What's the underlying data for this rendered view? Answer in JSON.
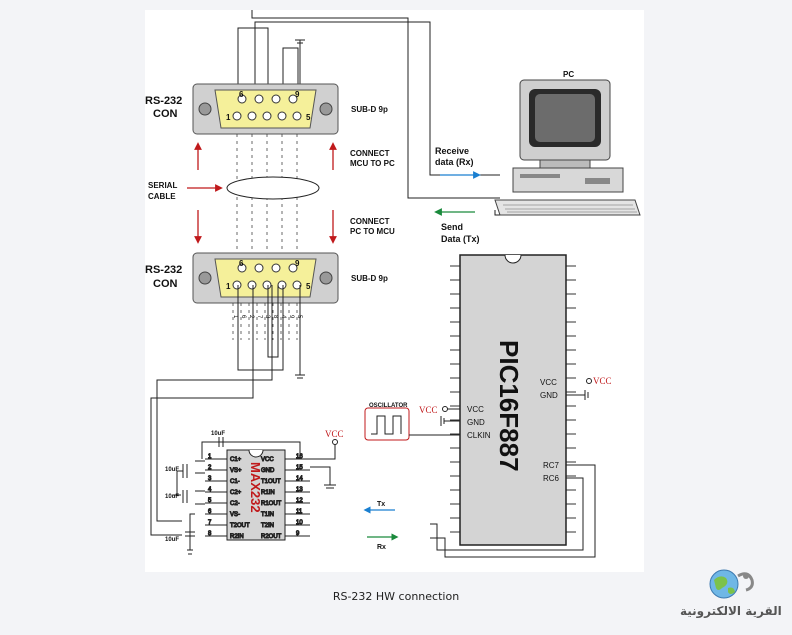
{
  "diagram": {
    "rs232_con_top": "RS-232",
    "con_top": "CON",
    "rs232_con_bottom": "RS-232",
    "con_bottom": "CON",
    "subd_top": "SUB-D 9p",
    "subd_bottom": "SUB-D 9p",
    "connect_mcu_pc_1": "CONNECT",
    "connect_mcu_pc_2": "MCU TO PC",
    "connect_pc_mcu_1": "CONNECT",
    "connect_pc_mcu_2": "PC TO MCU",
    "serial_1": "SERIAL",
    "serial_2": "CABLE",
    "pc": "PC",
    "receive_1": "Receive",
    "receive_2": "data (Rx)",
    "send_1": "Send",
    "send_2": "Data (Tx)",
    "pic_name": "PIC16F887",
    "pic_vcc": "VCC",
    "pic_gnd": "GND",
    "pic_rc7": "RC7",
    "pic_rc6": "RC6",
    "osc_title": "OSCILLATOR",
    "osc_vcc": "VCC",
    "osc_gnd": "GND",
    "osc_clkin": "CLKIN",
    "vcc_red": "VCC",
    "max_name": "MAX232",
    "cap": "10uF",
    "tx": "Tx",
    "rx": "Rx",
    "top_pin_6": "6",
    "top_pin_9": "9",
    "top_pin_1": "1",
    "top_pin_5": "5",
    "bot_pin_6": "6",
    "bot_pin_9": "9",
    "bot_pin_1": "1",
    "bot_pin_5": "5",
    "max_left_pins": [
      "1",
      "2",
      "3",
      "4",
      "5",
      "6",
      "7",
      "8"
    ],
    "max_right_pins": [
      "16",
      "15",
      "14",
      "13",
      "12",
      "11",
      "10",
      "9"
    ],
    "max_left_names": [
      "C1+",
      "VS+",
      "C1-",
      "C2+",
      "C2-",
      "VS-",
      "T2OUT",
      "R2IN"
    ],
    "max_right_names": [
      "VCC",
      "GND",
      "T1OUT",
      "R1IN",
      "R1OUT",
      "T1IN",
      "T2IN",
      "R2OUT"
    ],
    "cable_numbers": [
      "1",
      "6",
      "2",
      "7",
      "3",
      "8",
      "4",
      "9",
      "5"
    ]
  },
  "caption": "RS-232 HW connection",
  "watermark": "القرية الالكترونية",
  "colors": {
    "red_arrow": "#c0191b",
    "blue_arrow": "#1a7fd0",
    "green_arrow": "#1a8a3c",
    "connector_fill": "#f5f09a"
  }
}
